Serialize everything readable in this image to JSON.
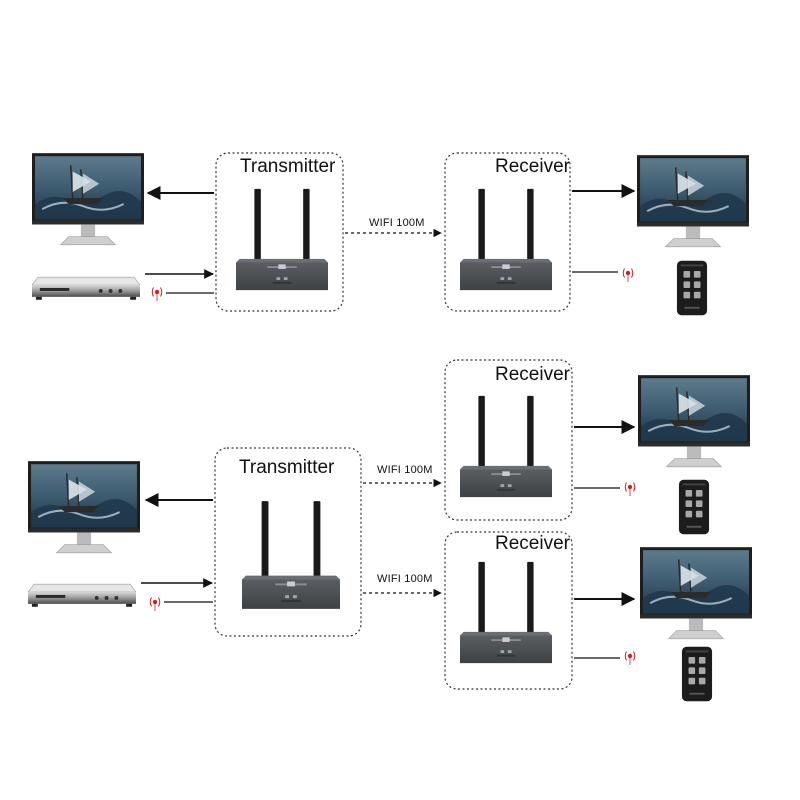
{
  "diagram": {
    "labels": {
      "transmitter": "Transmitter",
      "receiver": "Receiver",
      "link": "WIFI 100M"
    },
    "scenarios": [
      {
        "name": "one-transmitter-one-receiver",
        "receivers": 1
      },
      {
        "name": "one-transmitter-two-receivers",
        "receivers": 2
      }
    ],
    "colors": {
      "device_body": "#4a4d50",
      "antenna": "#1a1a1a",
      "box_border": "#333333",
      "arrow": "#111111",
      "ir_signal": "#cc2222",
      "screen_sky": "#3d5a6e",
      "remote_body": "#1c1c1c"
    },
    "icons": [
      "monitor-icon",
      "dvd-player-icon",
      "ir-sensor-icon",
      "remote-control-icon",
      "wireless-extender-icon"
    ]
  }
}
